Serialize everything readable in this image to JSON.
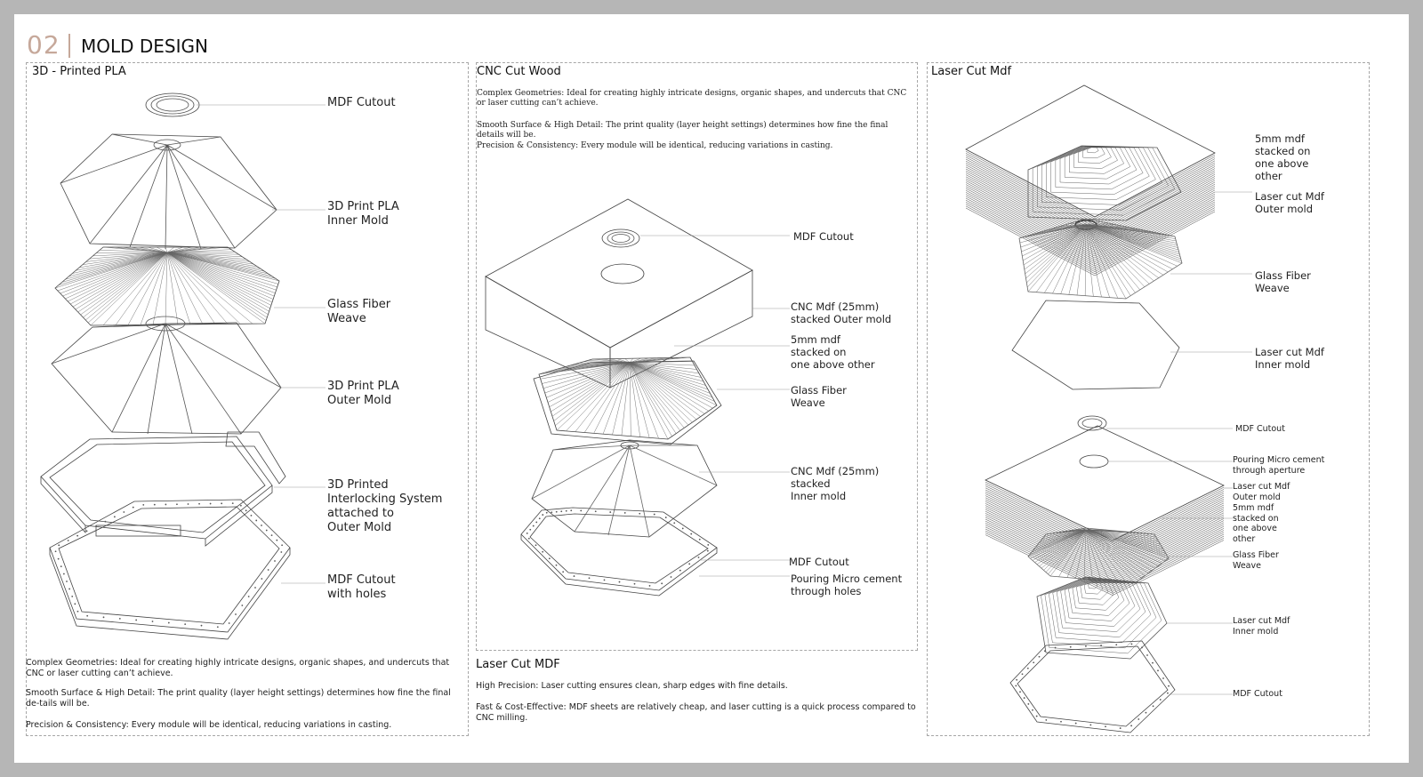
{
  "header": {
    "number": "02",
    "title": "MOLD DESIGN"
  },
  "panel1": {
    "title": "3D - Printed PLA",
    "labels": {
      "mdf_cutout": "MDF Cutout",
      "inner_mold": "3D Print PLA\nInner Mold",
      "glass_fiber": "Glass Fiber\nWeave",
      "outer_mold": "3D Print PLA\nOuter Mold",
      "interlocking": "3D Printed\nInterlocking System\nattached to\nOuter Mold",
      "mdf_holes": "MDF Cutout\nwith holes"
    },
    "notes": [
      "Complex Geometries: Ideal for creating highly intricate designs, organic shapes, and undercuts that CNC or laser cutting can’t achieve.",
      "Smooth Surface & High Detail: The print quality (layer height settings) determines how fine the final de-tails will be.",
      "Precision & Consistency: Every module will be identical, reducing variations in casting."
    ]
  },
  "panel2": {
    "title": "CNC Cut Wood",
    "notes": [
      "Complex Geometries: Ideal for creating highly intricate designs, organic shapes, and undercuts that CNC or laser cutting can’t achieve.",
      "Smooth Surface & High Detail: The print quality (layer height settings) determines how fine the final details will be.",
      "Precision & Consistency: Every module will be identical, reducing variations in casting."
    ],
    "labels": {
      "mdf_cutout": "MDF Cutout",
      "outer_mold": "CNC Mdf (25mm)\nstacked Outer mold",
      "stacked": "5mm mdf\nstacked on\none above other",
      "glass_fiber": "Glass Fiber\nWeave",
      "inner_mold": "CNC Mdf (25mm)\nstacked\nInner mold",
      "mdf_cutout2": "MDF Cutout",
      "pouring": "Pouring Micro cement\nthrough holes"
    }
  },
  "panel2b": {
    "title": "Laser Cut MDF",
    "notes": [
      "High Precision: Laser cutting ensures clean, sharp edges with fine details.",
      "Fast & Cost-Effective: MDF sheets are relatively cheap, and laser cutting is a quick process compared to CNC milling."
    ]
  },
  "panel3": {
    "title": "Laser Cut Mdf",
    "labels_top": {
      "stacked": "5mm mdf\nstacked on\none above\nother",
      "outer_mold": "Laser cut Mdf\nOuter mold",
      "glass_fiber": "Glass Fiber\nWeave",
      "inner_mold": "Laser cut Mdf\nInner mold"
    },
    "labels_bottom": {
      "mdf_cutout": "MDF Cutout",
      "pouring": "Pouring Micro cement\nthrough aperture",
      "outer_mold": "Laser cut Mdf\nOuter mold",
      "stacked": "5mm mdf\nstacked on\none above\nother",
      "glass_fiber": "Glass Fiber\nWeave",
      "inner_mold": "Laser cut Mdf\nInner mold",
      "mdf_cutout2": "MDF Cutout"
    }
  }
}
